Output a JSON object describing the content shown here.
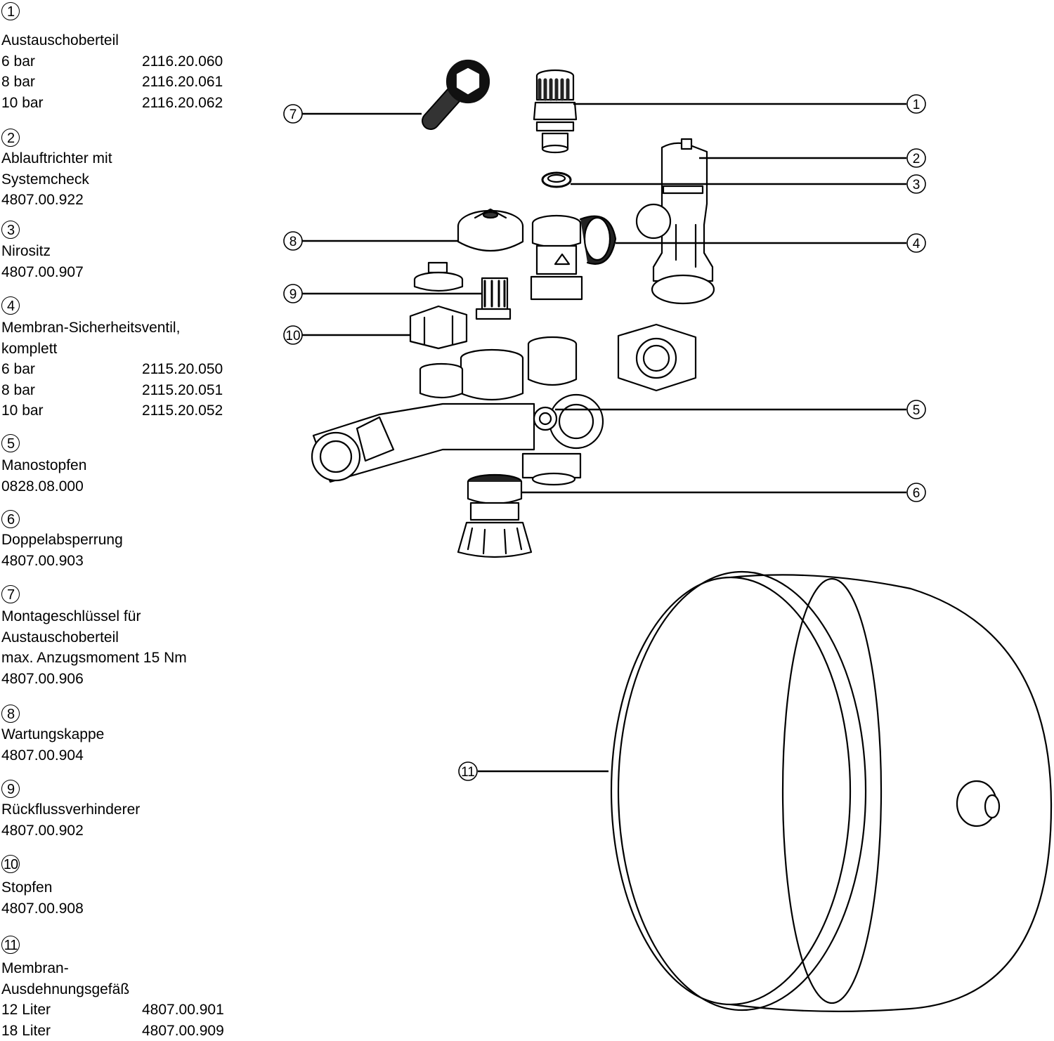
{
  "parts": [
    {
      "num": "1",
      "lines": [
        {
          "text": "Austauschoberteil"
        },
        {
          "text": "6 bar",
          "code": "2116.20.060"
        },
        {
          "text": "8 bar",
          "code": "2116.20.061"
        },
        {
          "text": "10 bar",
          "code": "2116.20.062"
        }
      ]
    },
    {
      "num": "2",
      "lines": [
        {
          "text": "Ablauftrichter mit"
        },
        {
          "text": "Systemcheck"
        },
        {
          "text": "4807.00.922"
        }
      ]
    },
    {
      "num": "3",
      "lines": [
        {
          "text": "Nirositz"
        },
        {
          "text": "4807.00.907"
        }
      ]
    },
    {
      "num": "4",
      "lines": [
        {
          "text": "Membran-Sicherheitsventil,"
        },
        {
          "text": "komplett"
        },
        {
          "text": "6 bar",
          "code": "2115.20.050"
        },
        {
          "text": "8 bar",
          "code": "2115.20.051"
        },
        {
          "text": "10 bar",
          "code": "2115.20.052"
        }
      ]
    },
    {
      "num": "5",
      "lines": [
        {
          "text": "Manostopfen"
        },
        {
          "text": "0828.08.000"
        }
      ]
    },
    {
      "num": "6",
      "lines": [
        {
          "text": "Doppelabsperrung"
        },
        {
          "text": "4807.00.903"
        }
      ]
    },
    {
      "num": "7",
      "lines": [
        {
          "text": "Montageschlüssel für"
        },
        {
          "text": "Austauschoberteil"
        },
        {
          "text": "max. Anzugsmoment 15 Nm"
        },
        {
          "text": "4807.00.906"
        }
      ]
    },
    {
      "num": "8",
      "lines": [
        {
          "text": "Wartungskappe"
        },
        {
          "text": "4807.00.904"
        }
      ]
    },
    {
      "num": "9",
      "lines": [
        {
          "text": "Rückflussverhinderer"
        },
        {
          "text": "4807.00.902"
        }
      ]
    },
    {
      "num": "10",
      "lines": [
        {
          "text": "Stopfen"
        },
        {
          "text": "4807.00.908"
        }
      ]
    },
    {
      "num": "11",
      "lines": [
        {
          "text": "Membran-"
        },
        {
          "text": "Ausdehnungsgefäß"
        },
        {
          "text": "12 Liter",
          "code": "4807.00.901"
        },
        {
          "text": "18 Liter",
          "code": "4807.00.909"
        }
      ]
    }
  ],
  "callouts": [
    "1",
    "2",
    "3",
    "4",
    "5",
    "6",
    "7",
    "8",
    "9",
    "10",
    "11"
  ]
}
